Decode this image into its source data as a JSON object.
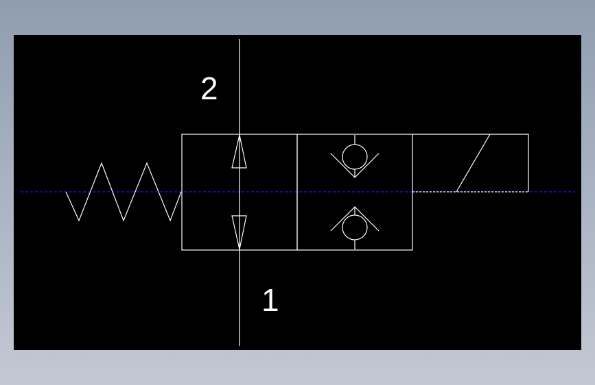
{
  "viewport": {
    "background": "#000000",
    "line_color": "#ffffff",
    "centerline_color": "#1a1aff"
  },
  "symbol": {
    "port_top_label": "2",
    "port_bottom_label": "1",
    "actuator": "solenoid",
    "return": "spring",
    "positions": [
      "flow-both-ways",
      "check-valves"
    ]
  }
}
